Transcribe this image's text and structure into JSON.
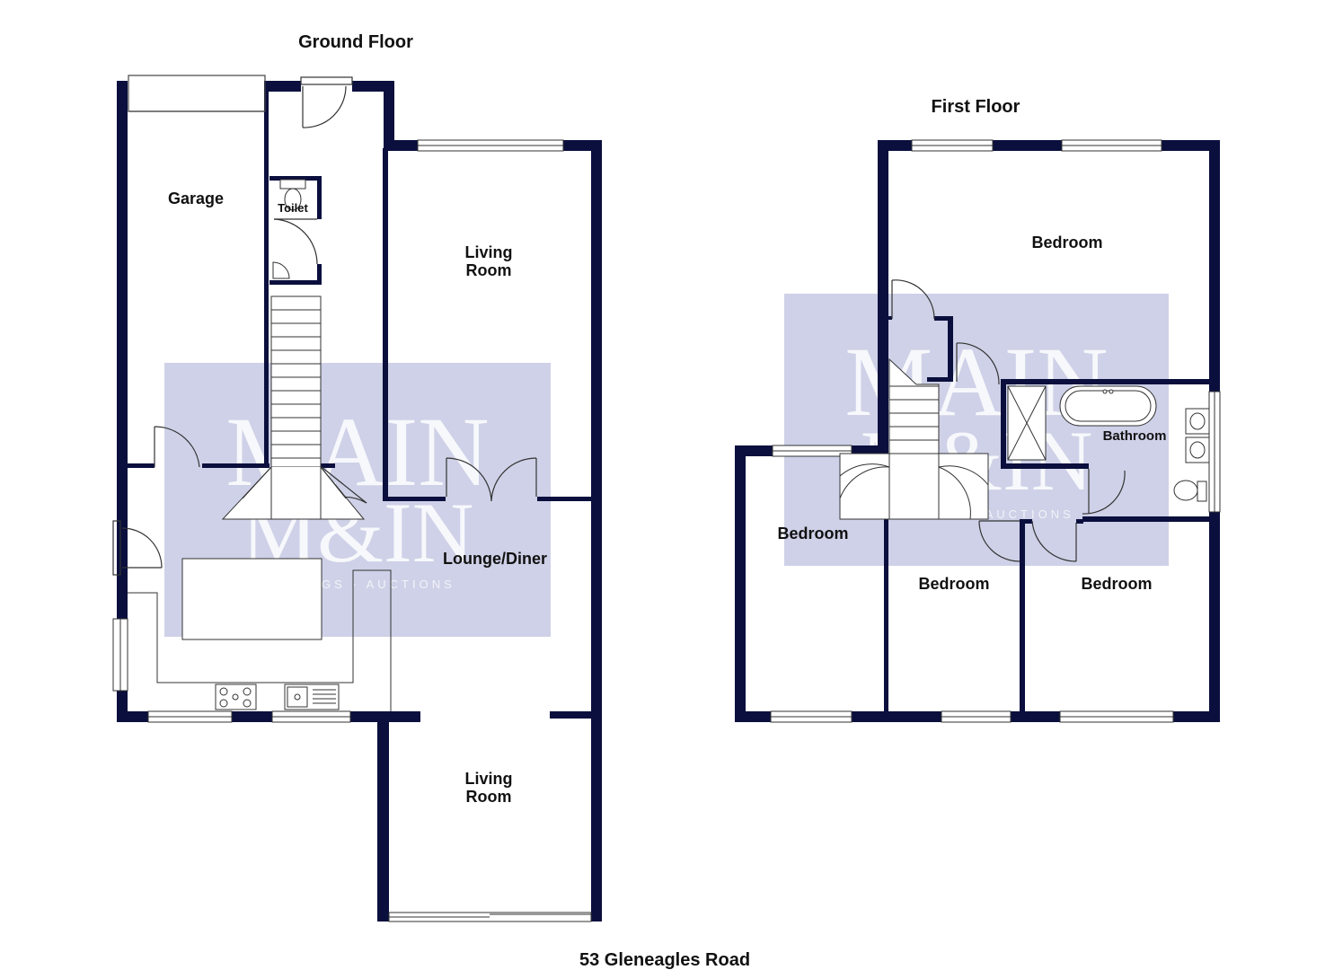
{
  "plan": {
    "ground_floor_title": "Ground Floor",
    "first_floor_title": "First Floor",
    "address": "53 Gleneagles Road"
  },
  "ground_floor_rooms": {
    "garage": "Garage",
    "toilet": "Toilet",
    "living_room_top_line1": "Living",
    "living_room_top_line2": "Room",
    "lounge_diner": "Lounge/Diner",
    "living_room_bottom_line1": "Living",
    "living_room_bottom_line2": "Room"
  },
  "first_floor_rooms": {
    "bedroom_top": "Bedroom",
    "bathroom": "Bathroom",
    "bedroom_left": "Bedroom",
    "bedroom_middle": "Bedroom",
    "bedroom_right": "Bedroom"
  },
  "watermark": {
    "logo_line1": "MAIN",
    "logo_line2": "M&IN",
    "tagline": "LETTINGS · AUCTIONS"
  },
  "colors": {
    "wall": "#0a0f3d",
    "watermark_box": "#c5c9e3",
    "background": "#ffffff"
  }
}
